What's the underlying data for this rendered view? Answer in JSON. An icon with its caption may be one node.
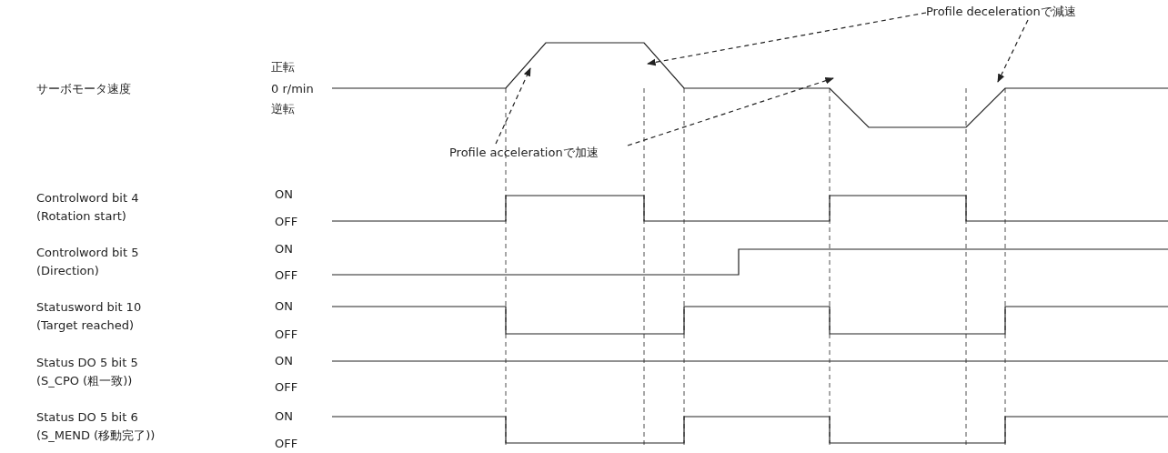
{
  "diagram": {
    "nodes": [
      {
        "text": [
          "Profile decelerationで減速"
        ]
      },
      {
        "text": [
          "Profile accelerationで加速"
        ]
      }
    ],
    "edges": [
      {
        "from": 0,
        "to": null,
        "arrow": "to",
        "style": "dashed"
      },
      {
        "from": 0,
        "to": null,
        "arrow": "to",
        "style": "dashed"
      },
      {
        "from": 1,
        "to": null,
        "arrow": "to",
        "style": "dashed"
      },
      {
        "from": 1,
        "to": null,
        "arrow": "to",
        "style": "dashed"
      }
    ],
    "labels": [
      "サーボモータ速度",
      "正転",
      "0 r/min",
      "逆転",
      "Controlword bit 4 (Rotation start)",
      "ON",
      "OFF",
      "Controlword bit 5 (Direction)",
      "ON",
      "OFF",
      "Statusword bit 10 (Target reached)",
      "ON",
      "OFF",
      "Status DO 5 bit 5 (S_CPO (粗一致))",
      "ON",
      "OFF",
      "Status DO 5 bit 6 (S_MEND (移動完了))",
      "ON",
      "OFF"
    ]
  }
}
